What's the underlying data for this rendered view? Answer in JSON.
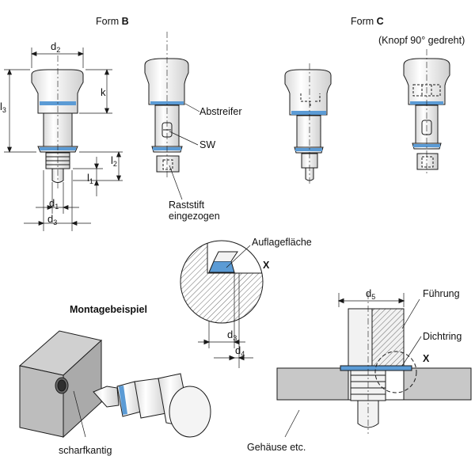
{
  "titles": {
    "form_b_prefix": "Form ",
    "form_b_letter": "B",
    "form_c_prefix": "Form ",
    "form_c_letter": "C",
    "form_c_note": "(Knopf 90° gedreht)"
  },
  "dimensions": {
    "d2": {
      "base": "d",
      "sub": "2"
    },
    "d1": {
      "base": "d",
      "sub": "1"
    },
    "d3": {
      "base": "d",
      "sub": "3"
    },
    "d3_detail": {
      "base": "d",
      "sub": "3"
    },
    "d4": {
      "base": "d",
      "sub": "4"
    },
    "d5": {
      "base": "d",
      "sub": "5"
    },
    "l3": {
      "base": "l",
      "sub": "3"
    },
    "l2": {
      "base": "l",
      "sub": "2"
    },
    "l1": {
      "base": "l",
      "sub": "1"
    },
    "k": "k"
  },
  "callouts": {
    "abstreifer": "Abstreifer",
    "sw": "SW",
    "raststift_line1": "Raststift",
    "raststift_line2": "eingezogen",
    "auflageflaeche": "Auflagefläche",
    "x_detail": "X",
    "x_main": "X",
    "fuehrung": "Führung",
    "dichtring": "Dichtring",
    "gehaeuse": "Gehäuse etc.",
    "scharfkantig": "scharfkantig"
  },
  "section_titles": {
    "montagebeispiel": "Montagebeispiel"
  },
  "colors": {
    "seal_blue": "#5b9bd5",
    "housing_gray": "#c8c8c8",
    "metal_light": "#f2f2f2",
    "line": "#1a1a1a"
  }
}
